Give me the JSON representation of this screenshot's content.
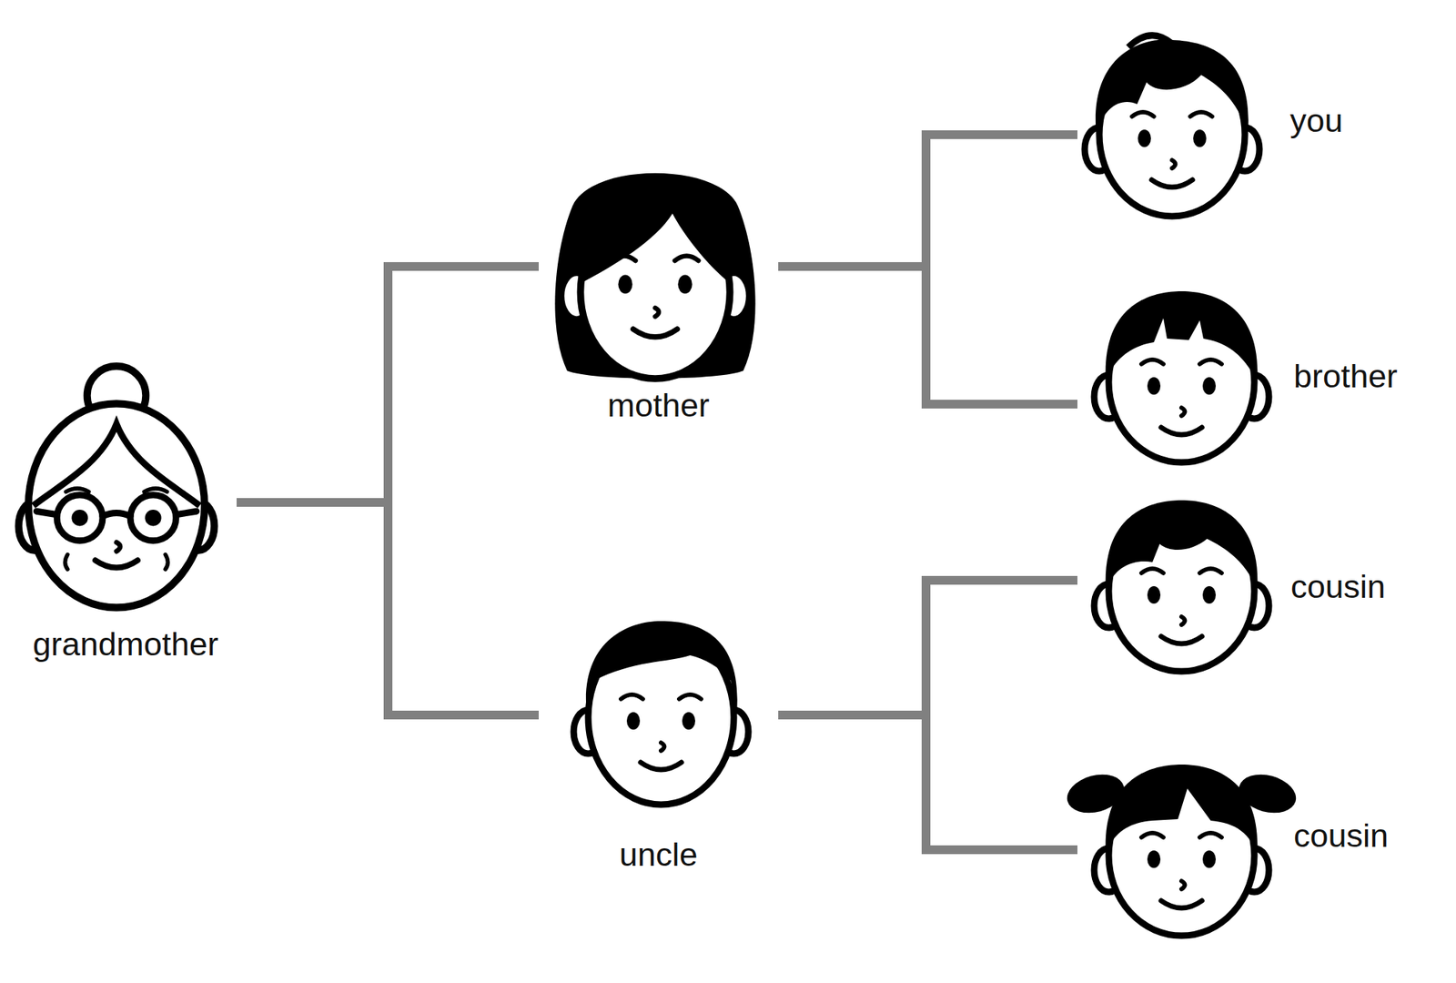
{
  "diagram": {
    "nodes": [
      {
        "text": [
          "grandmother"
        ]
      },
      {
        "text": [
          "mother"
        ]
      },
      {
        "text": [
          "uncle"
        ]
      },
      {
        "text": [
          "you"
        ]
      },
      {
        "text": [
          "brother"
        ]
      },
      {
        "text": [
          "cousin"
        ]
      },
      {
        "text": [
          "cousin"
        ]
      }
    ],
    "edges": [
      {
        "from": 0,
        "to": 1,
        "arrow": "none"
      },
      {
        "from": 0,
        "to": 2,
        "arrow": "none"
      },
      {
        "from": 1,
        "to": 3,
        "arrow": "none"
      },
      {
        "from": 1,
        "to": 4,
        "arrow": "none"
      },
      {
        "from": 2,
        "to": 5,
        "arrow": "none"
      },
      {
        "from": 2,
        "to": 6,
        "arrow": "none"
      }
    ]
  }
}
